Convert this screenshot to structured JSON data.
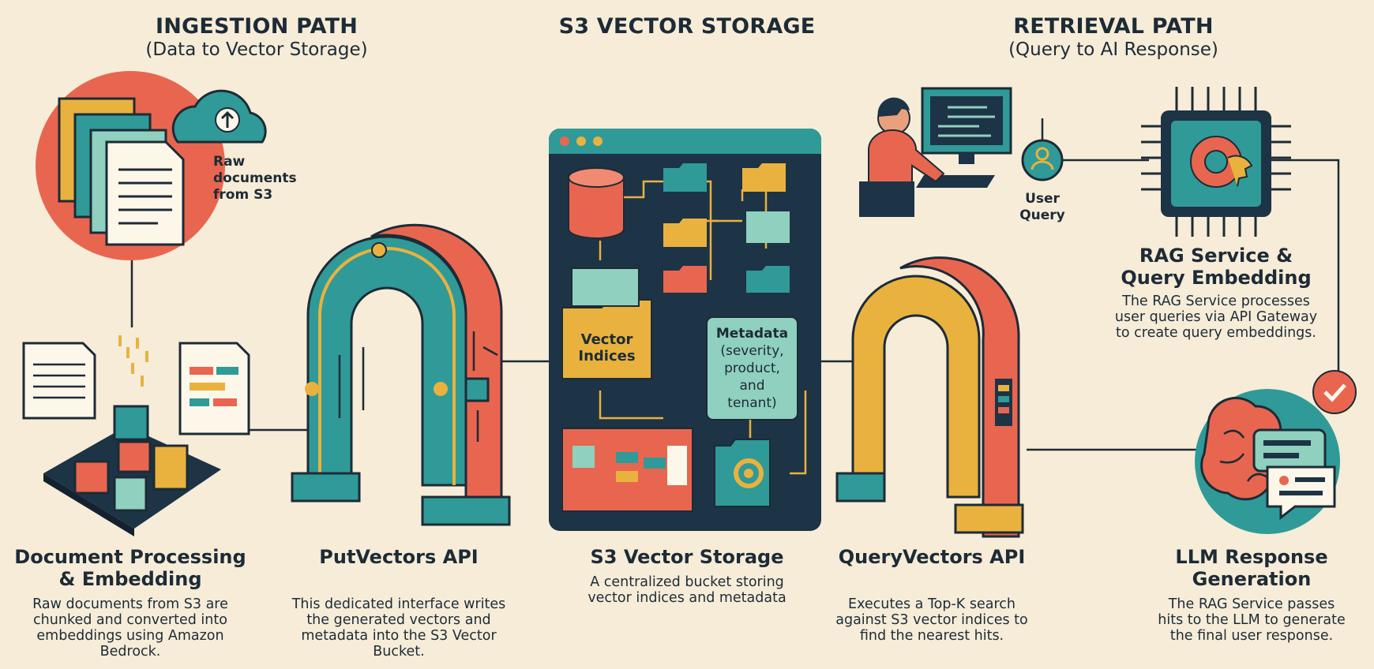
{
  "headers": {
    "ingestion_title": "INGESTION PATH",
    "ingestion_sub": "(Data to Vector Storage)",
    "storage_title": "S3 VECTOR STORAGE",
    "retrieval_title": "RETRIEVAL PATH",
    "retrieval_sub": "(Query to AI Response)"
  },
  "labels": {
    "raw_docs": [
      "Raw",
      "documents",
      "from S3"
    ],
    "user_query": [
      "User",
      "Query"
    ],
    "vector_indices": [
      "Vector",
      "Indices"
    ],
    "metadata": [
      "Metadata",
      "(severity,",
      "product,",
      "and",
      "tenant)"
    ]
  },
  "steps": [
    {
      "title": [
        "Document Processing",
        "& Embedding"
      ],
      "desc": [
        "Raw documents from S3 are",
        "chunked and converted into",
        "embeddings using Amazon",
        "Bedrock."
      ]
    },
    {
      "title": [
        "PutVectors API"
      ],
      "desc": [
        "This dedicated interface writes",
        "the generated vectors and",
        "metadata into the S3 Vector",
        "Bucket."
      ]
    },
    {
      "title": [
        "S3 Vector Storage"
      ],
      "desc": [
        "A centralized bucket storing",
        "vector indices and metadata"
      ]
    },
    {
      "title": [
        "QueryVectors API"
      ],
      "desc": [
        "Executes a Top-K search",
        "against S3 vector indices to",
        "find the nearest hits."
      ]
    },
    {
      "title": [
        "LLM Response",
        "Generation"
      ],
      "desc": [
        "The RAG Service passes",
        "hits to the LLM to generate",
        "the final user response."
      ]
    }
  ],
  "rag": {
    "title": [
      "RAG Service &",
      "Query Embedding"
    ],
    "desc": [
      "The RAG Service processes",
      "user queries via API Gateway",
      "to create query embeddings."
    ]
  },
  "colors": {
    "background": "#f6ecd8",
    "navy": "#1d3346",
    "teal": "#2f9a98",
    "coral": "#e8664f",
    "mustard": "#e9b23e",
    "mint": "#8fd0bf"
  }
}
